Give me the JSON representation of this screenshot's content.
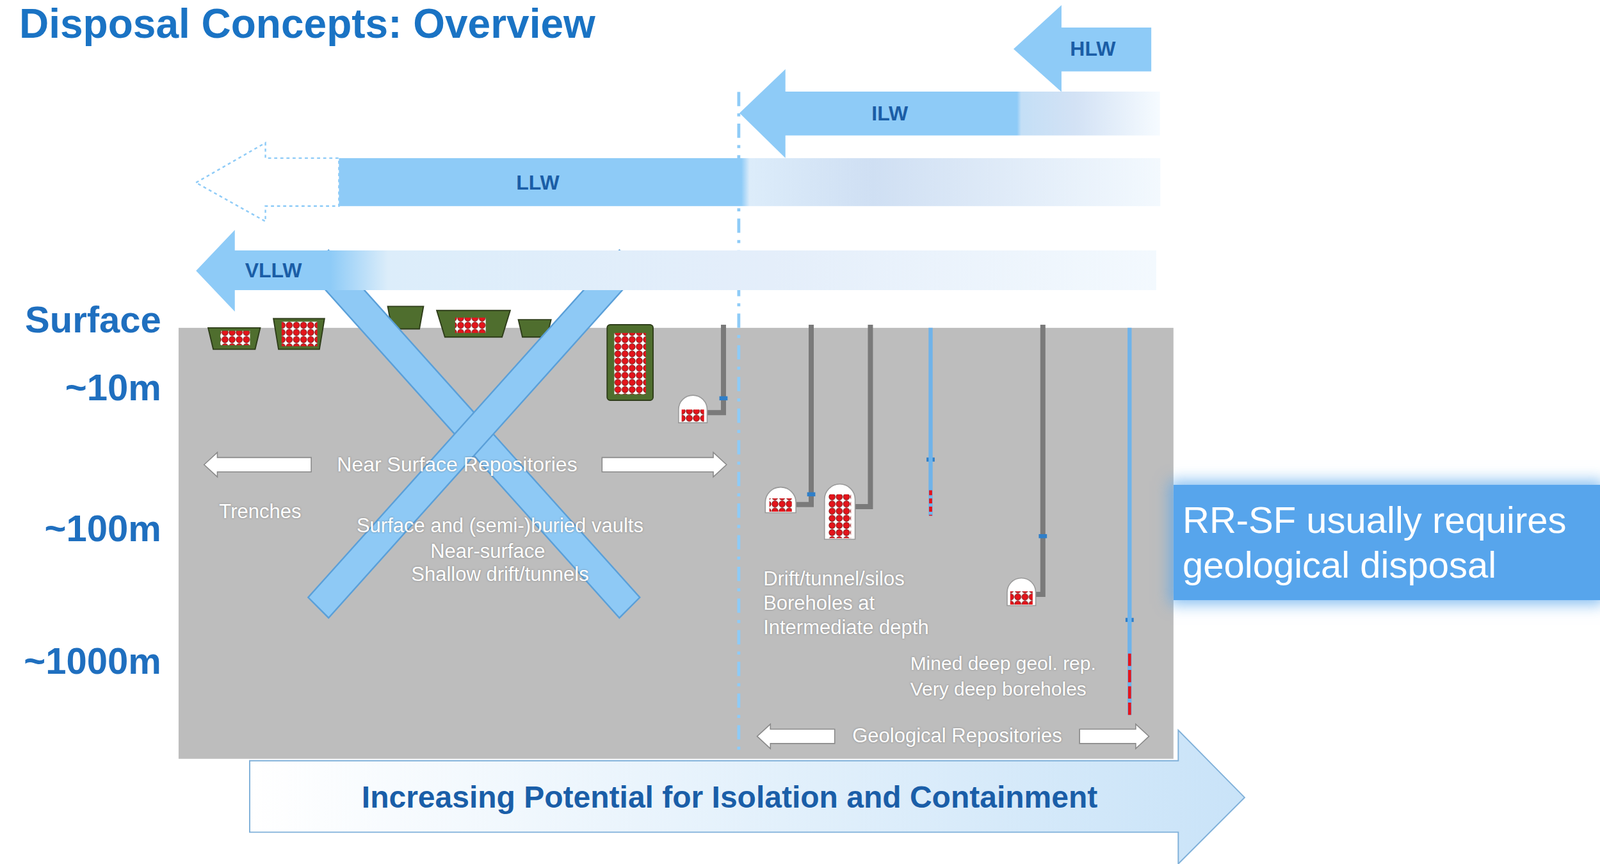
{
  "diagram": {
    "title": "Disposal Concepts: Overview",
    "nodes": [
      {
        "text": [
          "HLW"
        ]
      },
      {
        "text": [
          "ILW"
        ]
      },
      {
        "text": [
          "LLW"
        ]
      },
      {
        "text": [
          "VLLW"
        ]
      },
      {
        "text": [
          "RR-SF usually requires geological disposal"
        ]
      },
      {
        "text": [
          "Increasing Potential for Isolation and Containment"
        ]
      }
    ],
    "labels": [
      "Surface",
      "~10m",
      "~100m",
      "~1000m",
      "Near Surface Repositories",
      "Trenches",
      "Surface and (semi-)buried vaults",
      "Near-surface",
      "Shallow drift/tunnels",
      "Drift/tunnel/silos",
      "Boreholes at",
      "Intermediate depth",
      "Mined deep geol. rep.",
      "Very deep boreholes",
      "Geological Repositories"
    ]
  }
}
